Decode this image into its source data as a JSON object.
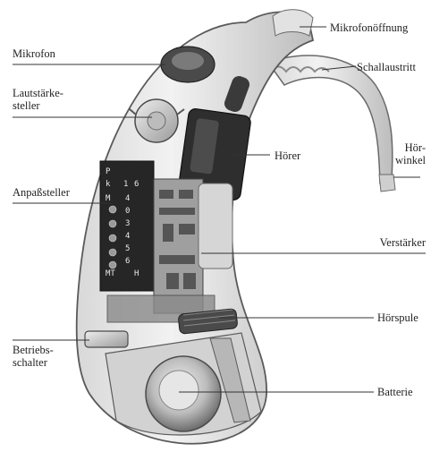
{
  "diagram": {
    "labels": {
      "mikrofonoeffnung": "Mikrofonöffnung",
      "mikrofon": "Mikrofon",
      "schallaustritt": "Schallaustritt",
      "lautstaerkesteller": "Lautstärke-\nsteller",
      "hoerwinkel": "Hör-\nwinkel",
      "hoerer": "Hörer",
      "anpasssteller": "Anpaßsteller",
      "verstaerker": "Verstärker",
      "hoerspule": "Hörspule",
      "betriebsschalter": "Betriebs-\nschalter",
      "batterie": "Batterie"
    },
    "pcb_markings": [
      "P",
      "k",
      "1",
      "6",
      "M",
      "4",
      "0",
      "3",
      "4",
      "5",
      "6",
      "MT",
      "H"
    ]
  }
}
